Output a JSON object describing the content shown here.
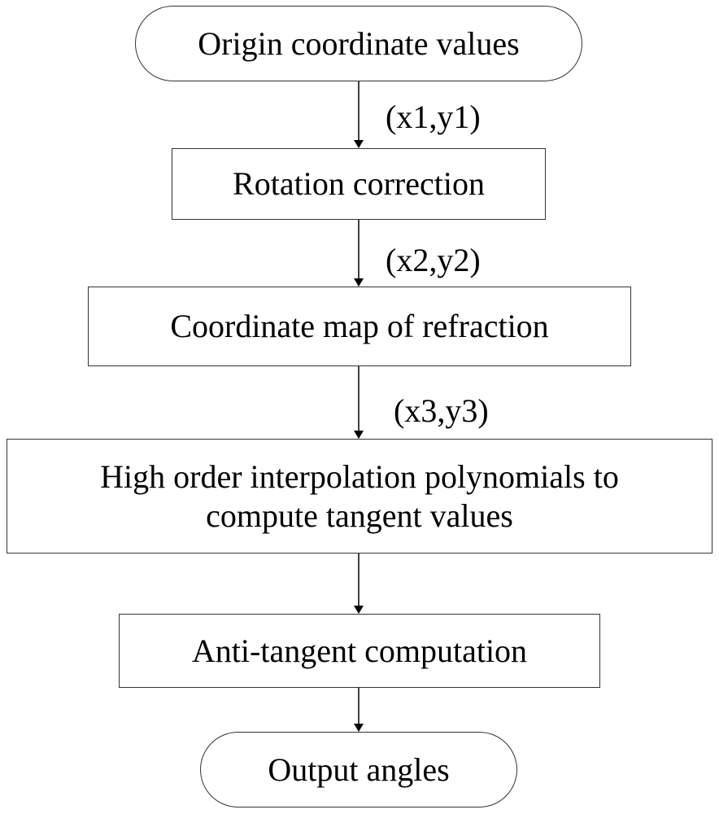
{
  "diagram": {
    "nodes": [
      {
        "id": "origin",
        "shape": "terminal",
        "label": "Origin coordinate values"
      },
      {
        "id": "rotation",
        "shape": "process",
        "label": "Rotation correction"
      },
      {
        "id": "refraction",
        "shape": "process",
        "label": "Coordinate map of refraction"
      },
      {
        "id": "interpolation",
        "shape": "process",
        "label_line1": "High order interpolation polynomials to",
        "label_line2": "compute tangent values"
      },
      {
        "id": "antitangent",
        "shape": "process",
        "label": "Anti-tangent computation"
      },
      {
        "id": "output",
        "shape": "terminal",
        "label": "Output angles"
      }
    ],
    "edges": [
      {
        "from": "origin",
        "to": "rotation",
        "label": "(x1,y1)"
      },
      {
        "from": "rotation",
        "to": "refraction",
        "label": "(x2,y2)"
      },
      {
        "from": "refraction",
        "to": "interpolation",
        "label": "(x3,y3)"
      },
      {
        "from": "interpolation",
        "to": "antitangent",
        "label": ""
      },
      {
        "from": "antitangent",
        "to": "output",
        "label": ""
      }
    ],
    "colors": {
      "stroke": "#333333",
      "text": "#000000",
      "background": "#ffffff"
    }
  }
}
